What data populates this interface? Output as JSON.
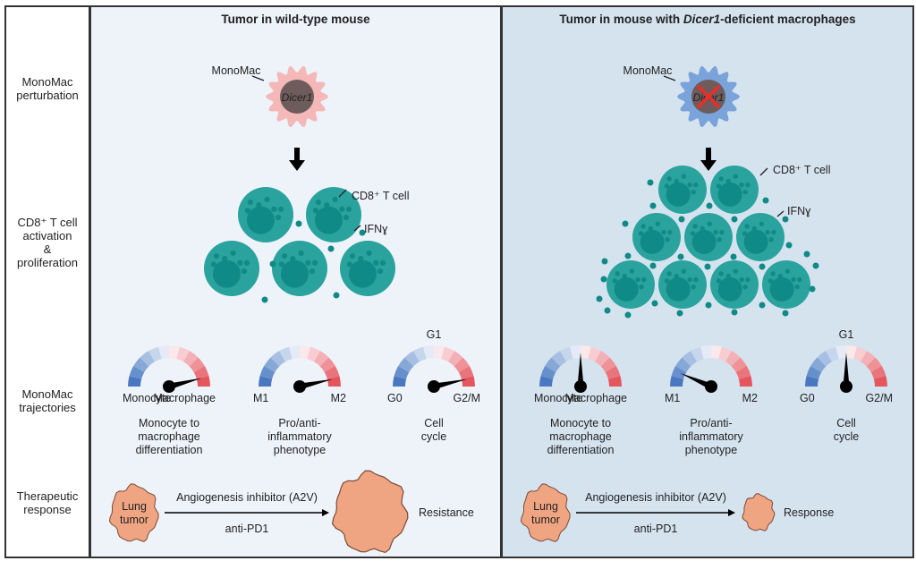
{
  "row_labels": [
    [
      "MonoMac",
      "perturbation"
    ],
    [
      "CD8⁺ T cell",
      "activation",
      "&",
      "proliferation"
    ],
    [
      "MonoMac",
      "trajectories"
    ],
    [
      "Therapeutic",
      "response"
    ]
  ],
  "colors": {
    "panel_left_bg": "#eef3fa",
    "panel_right_bg": "#d5e3ef",
    "monomac_wt": "#f4b8b8",
    "monomac_ko": "#7aa3da",
    "nucleus": "#6e5c5c",
    "tcell": "#2aa39e",
    "tcell_dark": "#0f8a86",
    "tumor": "#f0a582",
    "knockout_x": "#e0312b"
  },
  "panels": [
    {
      "id": "wild-type",
      "title_parts": [
        "Tumor in wild-type mouse",
        "",
        ""
      ],
      "monomac_label": "MonoMac",
      "gene_label": "Dicer1",
      "gene_knocked_out": false,
      "tcell_label": "CD8⁺ T cell",
      "ifng_label": "IFNɣ",
      "tcell_count": 5,
      "gauges": [
        {
          "left": "Monocyte",
          "right": "Macrophage",
          "top": "",
          "caption": [
            "Monocyte to",
            "macrophage",
            "differentiation"
          ],
          "value": 0.92
        },
        {
          "left": "M1",
          "right": "M2",
          "top": "",
          "caption": [
            "Pro/anti-",
            "inflammatory",
            "phenotype"
          ],
          "value": 0.93
        },
        {
          "left": "G0",
          "right": "G2/M",
          "top": "G1",
          "caption": [
            "Cell",
            "cycle"
          ],
          "value": 0.93
        }
      ],
      "therapy": {
        "start_label": [
          "Lung",
          "tumor"
        ],
        "arrow_top": "Angiogenesis inhibitor (A2V)",
        "arrow_bottom": "anti-PD1",
        "outcome": "Resistance",
        "outcome_size": "large"
      }
    },
    {
      "id": "dicer1-deficient",
      "title_parts": [
        "Tumor in mouse with ",
        "Dicer1",
        "-deficient macrophages"
      ],
      "monomac_label": "MonoMac",
      "gene_label": "Dicer1",
      "gene_knocked_out": true,
      "tcell_label": "CD8⁺ T cell",
      "ifng_label": "IFNɣ",
      "tcell_count": 9,
      "gauges": [
        {
          "left": "Monocyte",
          "right": "Macrophage",
          "top": "",
          "caption": [
            "Monocyte to",
            "macrophage",
            "differentiation"
          ],
          "value": 0.5
        },
        {
          "left": "M1",
          "right": "M2",
          "top": "",
          "caption": [
            "Pro/anti-",
            "inflammatory",
            "phenotype"
          ],
          "value": 0.13
        },
        {
          "left": "G0",
          "right": "G2/M",
          "top": "G1",
          "caption": [
            "Cell",
            "cycle"
          ],
          "value": 0.5
        }
      ],
      "therapy": {
        "start_label": [
          "Lung",
          "tumor"
        ],
        "arrow_top": "Angiogenesis inhibitor (A2V)",
        "arrow_bottom": "anti-PD1",
        "outcome": "Response",
        "outcome_size": "small"
      }
    }
  ]
}
